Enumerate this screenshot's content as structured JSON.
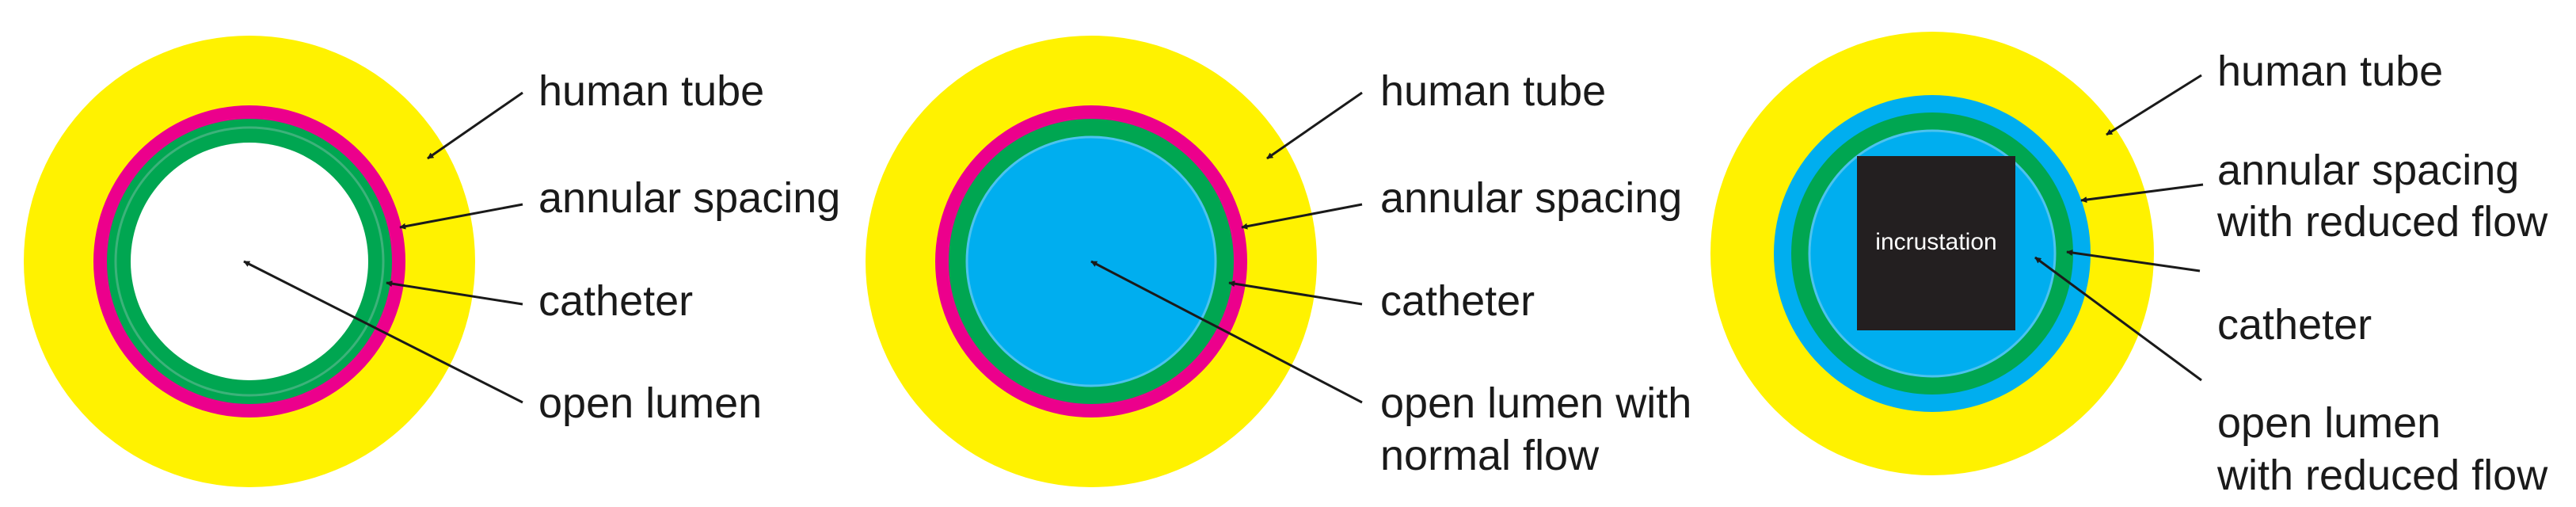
{
  "colors": {
    "human_tube": "#FFF200",
    "annular_spacing": "#EC008C",
    "annular_reduced": "#00AEEF",
    "catheter": "#00A651",
    "lumen_open": "#FFFFFF",
    "lumen_flow": "#00AEEF",
    "incrustation": "#231F20",
    "text": "#1a1a1a"
  },
  "panel1": {
    "label_human_tube": "human tube",
    "label_annular_spacing": "annular spacing",
    "label_catheter": "catheter",
    "label_open_lumen": "open lumen"
  },
  "panel2": {
    "label_human_tube": "human tube",
    "label_annular_spacing": "annular spacing",
    "label_catheter": "catheter",
    "label_open_lumen_line1": "open lumen with",
    "label_open_lumen_line2": "normal flow"
  },
  "panel3": {
    "label_human_tube": "human tube",
    "label_annular_line1": "annular spacing",
    "label_annular_line2": "with reduced flow",
    "label_catheter": "catheter",
    "label_open_lumen_line1": "open lumen",
    "label_open_lumen_line2": "with reduced flow",
    "label_incrustation": "incrustation"
  }
}
